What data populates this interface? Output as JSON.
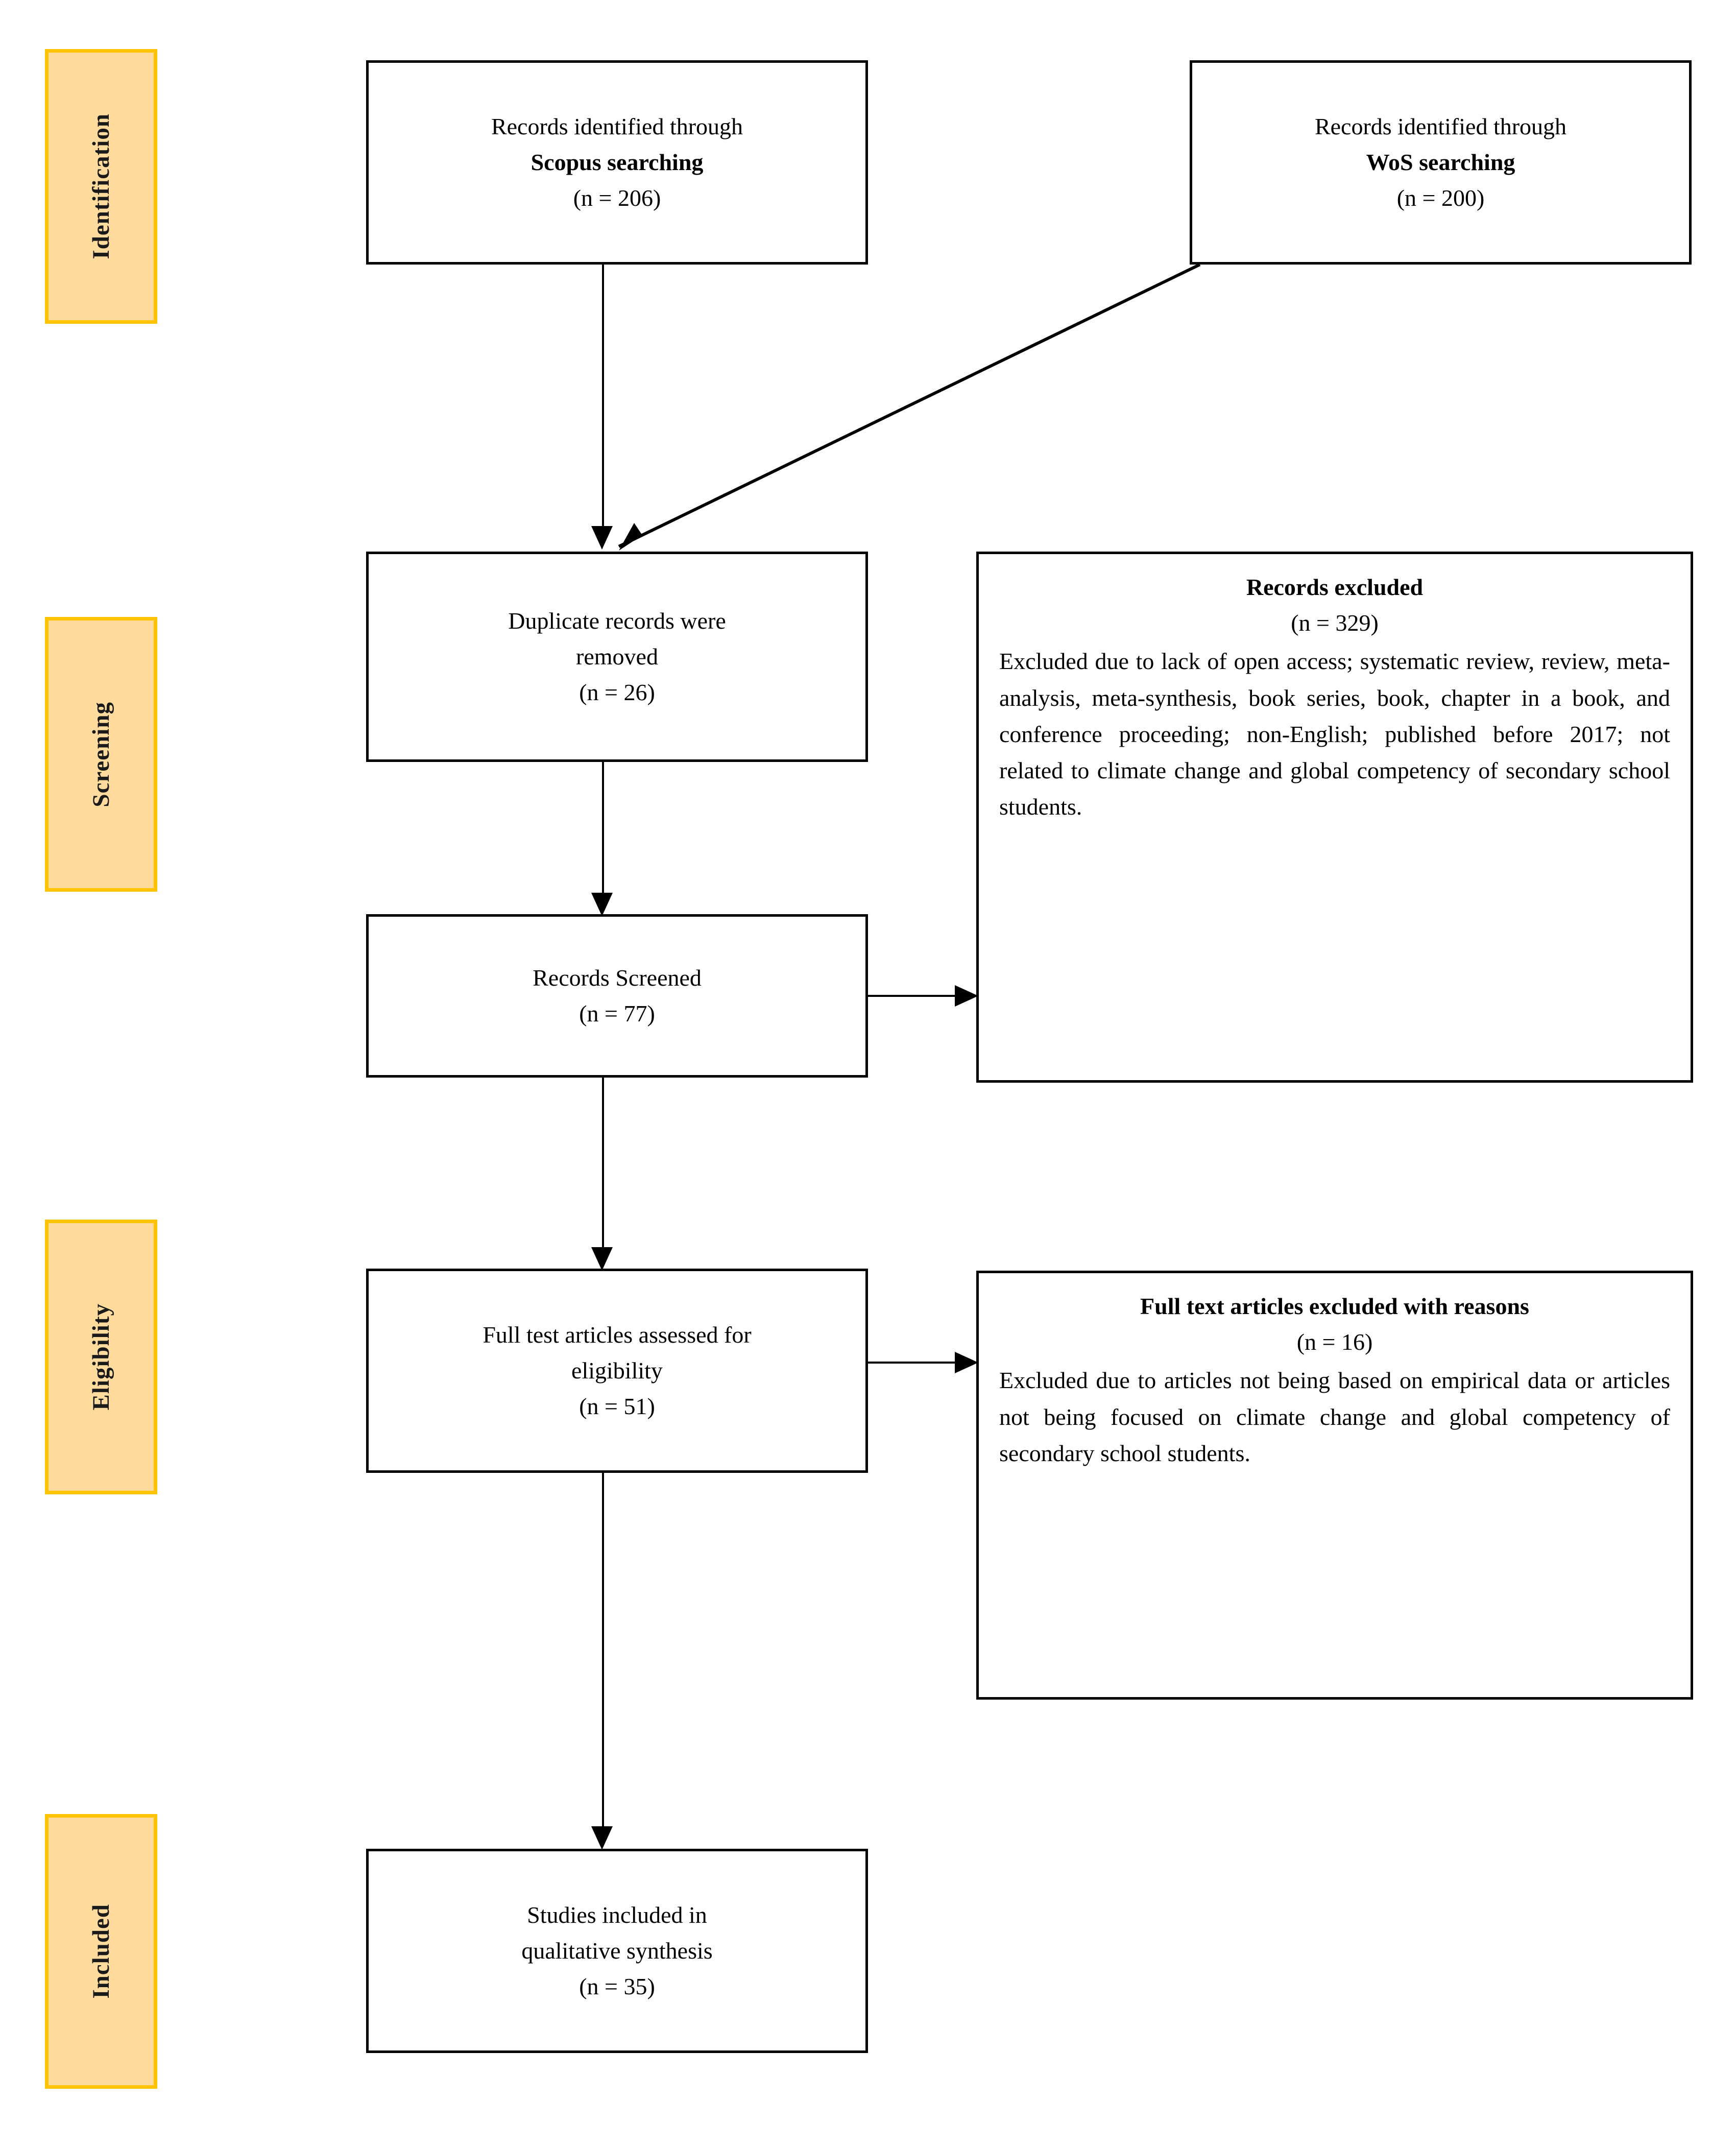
{
  "diagram": {
    "type": "prisma-flow-diagram",
    "accent_color": "#FFC300",
    "band_fill_color": "#FFDB9D",
    "box_border_color": "#000000"
  },
  "stages": [
    {
      "label": "Identification"
    },
    {
      "label": "Screening"
    },
    {
      "label": "Eligibility"
    },
    {
      "label": "Included"
    }
  ],
  "boxes": {
    "scopus": {
      "line1": "Records identified through",
      "line2": "Scopus searching",
      "count": "(n = 206)"
    },
    "wos": {
      "line1": "Records identified through",
      "line2": "WoS searching",
      "count": "(n = 200)"
    },
    "duplicates": {
      "line1": "Duplicate records were",
      "line2": "removed",
      "count": "(n = 26)"
    },
    "screened": {
      "line1": "Records Screened",
      "count": "(n = 77)"
    },
    "eligibility": {
      "line1": "Full test articles assessed for",
      "line2": "eligibility",
      "count": "(n = 51)"
    },
    "included": {
      "line1": "Studies included in",
      "line2": "qualitative synthesis",
      "count": "(n = 35)"
    }
  },
  "excluded_records": {
    "title": "Records excluded",
    "count": "(n = 329)",
    "body": "Excluded due to lack of open access; systematic review, review, meta-analysis, meta-synthesis, book series, book, chapter in a book, and conference proceeding; non-English; published before 2017; not related to climate change  and global competency of secondary school students."
  },
  "excluded_fulltext": {
    "title": "Full text articles excluded with reasons",
    "count": "(n = 16)",
    "body": "Excluded due to articles not being based on empirical data or articles not being focused on climate change and global competency of secondary school students."
  }
}
